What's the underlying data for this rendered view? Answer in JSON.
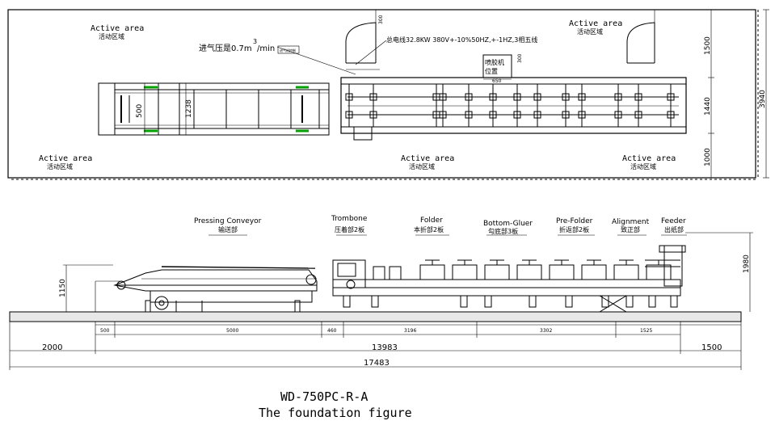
{
  "plan_view": {
    "active_area_labels": [
      {
        "en": "Active area",
        "cn": "活动区域"
      },
      {
        "en": "Active area",
        "cn": "活动区域"
      },
      {
        "en": "Active area",
        "cn": "活动区域"
      },
      {
        "en": "Active area",
        "cn": "活动区域"
      },
      {
        "en": "Active area",
        "cn": "活动区域"
      }
    ],
    "air_pressure_note": "进气压是0.7m",
    "air_pressure_sup": "3",
    "air_pressure_unit": "/min",
    "air_pressure_tag": "进气机控制",
    "power_note": "总电线32.8KW 380V+-10%50HZ,+-1HZ,3相五线",
    "glue_unit_label": "喷胶机\n位置",
    "glue_unit_label_line1": "喷胶机",
    "glue_unit_label_line2": "位置",
    "dim_300_a": "300",
    "dim_300_b": "300",
    "dim_650": "650",
    "dim_500": "500",
    "dim_1238": "1238",
    "dim_1500": "1500",
    "dim_1440": "1440",
    "dim_1000": "1000",
    "dim_3940": "3940"
  },
  "elevation": {
    "sections": [
      {
        "en": "Pressing Conveyor",
        "cn": "输送部"
      },
      {
        "en": "Trombone",
        "cn": "压着部2板"
      },
      {
        "en": "Folder",
        "cn": "本折部2板"
      },
      {
        "en": "Bottom-Gluer",
        "cn": "勾底部3板"
      },
      {
        "en": "Pre-Folder",
        "cn": "折返部2板"
      },
      {
        "en": "Alignment",
        "cn": "致正部"
      },
      {
        "en": "Feeder",
        "cn": "出纸部"
      }
    ],
    "dim_1150": "1150",
    "dim_1980": "1980",
    "segment_dims": [
      "500",
      "5000",
      "460",
      "3196",
      "3302",
      "1525"
    ],
    "dim_2000": "2000",
    "dim_13983": "13983",
    "dim_1500": "1500",
    "dim_17483": "17483"
  },
  "title": {
    "model": "WD-750PC-R-A",
    "subtitle": "The foundation figure"
  }
}
